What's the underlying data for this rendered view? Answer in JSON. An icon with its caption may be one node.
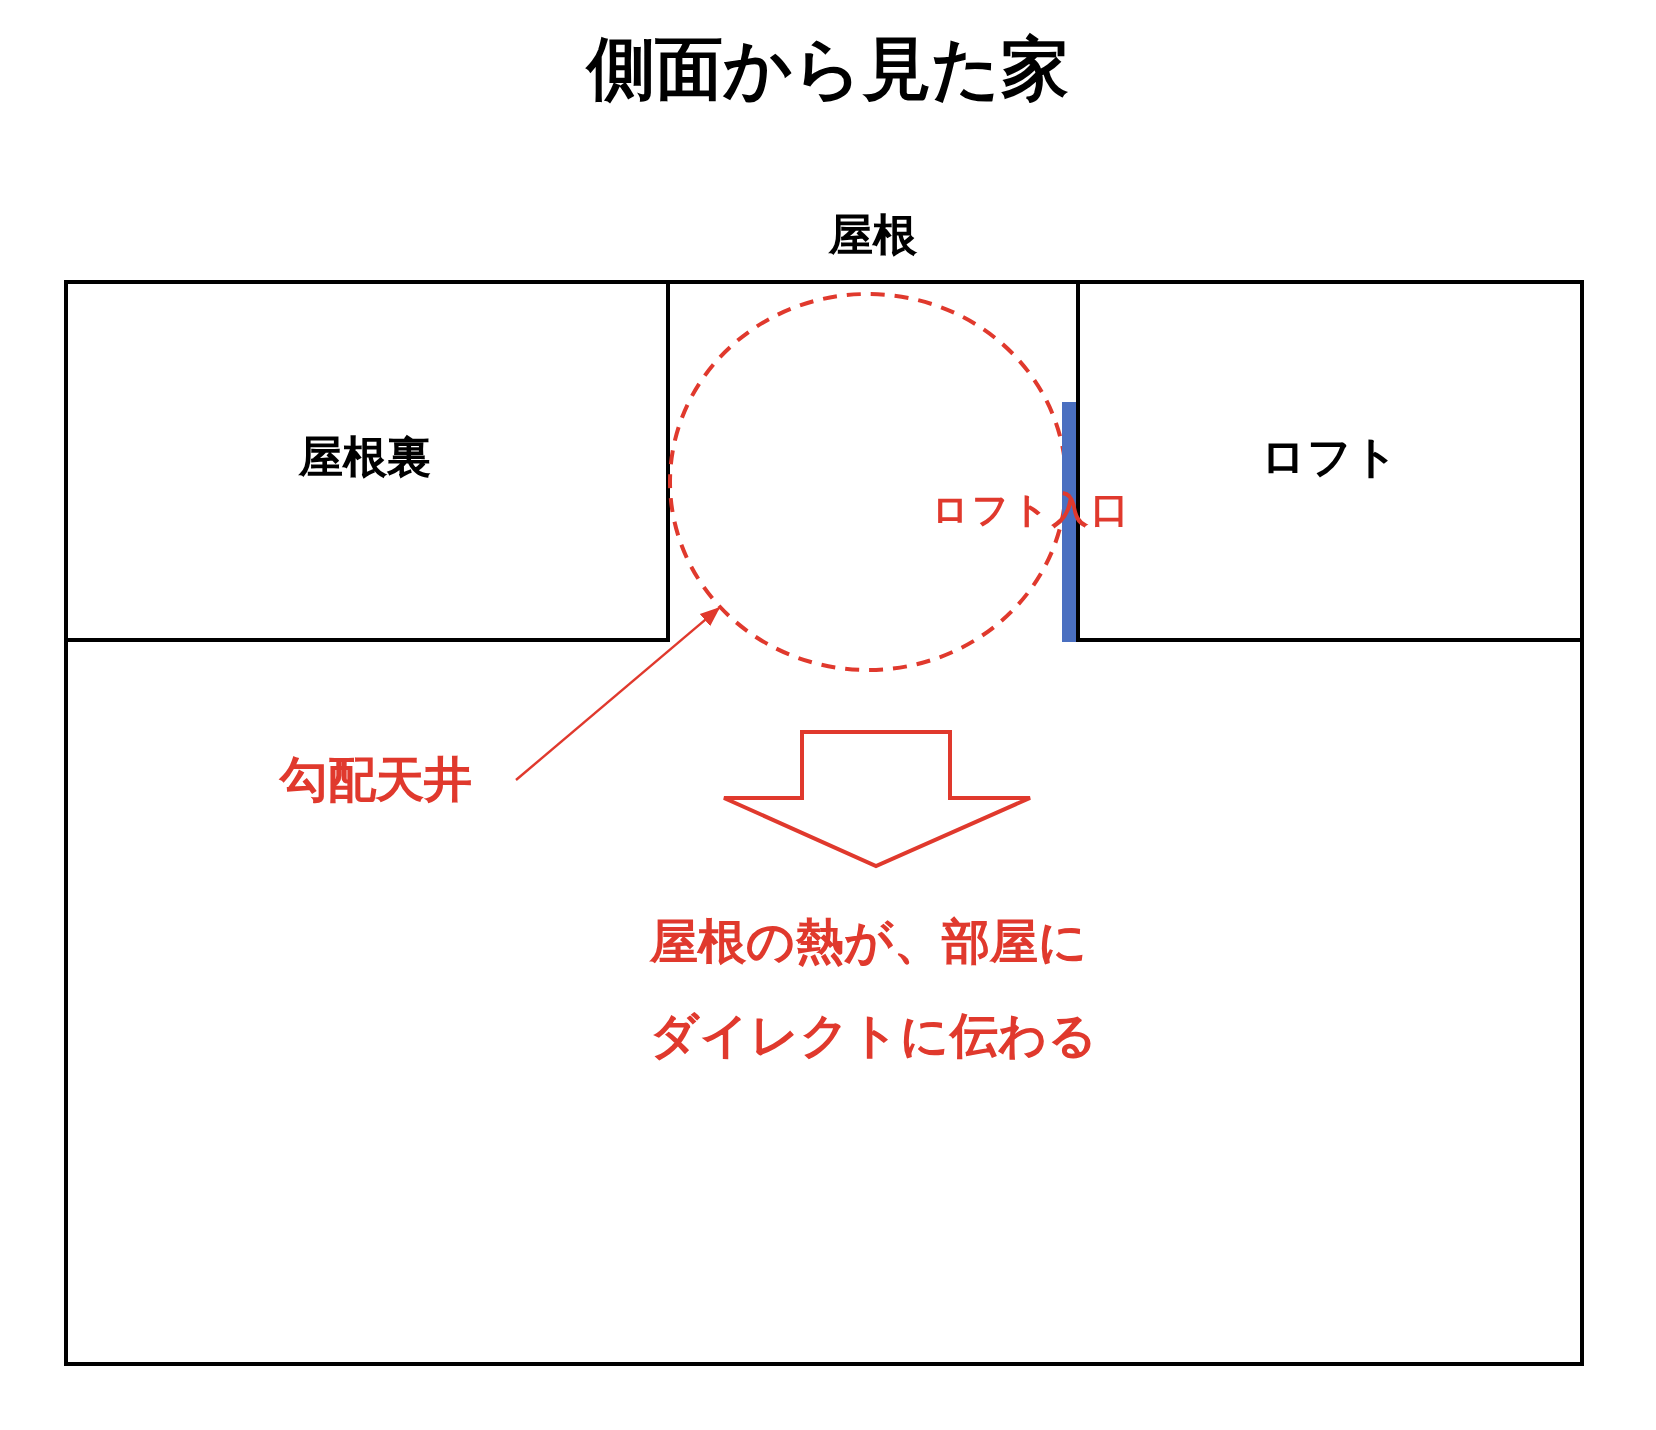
{
  "diagram": {
    "title": "側面から見た家",
    "nodes": [
      {
        "text": [],
        "shape": "box"
      },
      {
        "text": [
          "屋根裏"
        ],
        "in": 0
      },
      {
        "text": [
          "屋根"
        ]
      },
      {
        "text": [
          "ロフト"
        ],
        "in": 0
      },
      {
        "text": [],
        "shape": "circle",
        "in": 0
      },
      {
        "text": [
          "勾配天井"
        ],
        "in": 0
      },
      {
        "text": [],
        "shape": "bar",
        "beside": [
          "ロフト入口"
        ],
        "in": 0
      }
    ],
    "edges": [
      {
        "from": 5,
        "to": 4,
        "arrow": "to"
      }
    ],
    "labels": [
      "屋根の熱が、部屋にダイレクトに伝わる"
    ]
  }
}
